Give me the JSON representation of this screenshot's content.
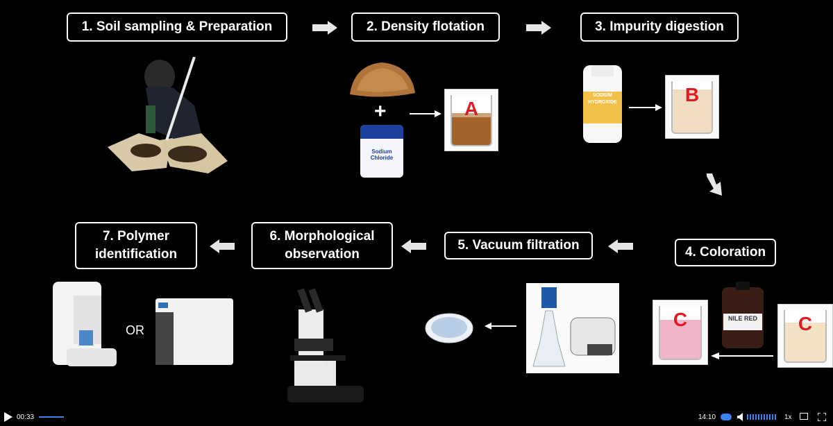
{
  "steps": {
    "s1": "1. Soil sampling & Preparation",
    "s2": "2. Density flotation",
    "s3": "3. Impurity digestion",
    "s4": "4. Coloration",
    "s5": "5. Vacuum filtration",
    "s6_line1": "6. Morphological",
    "s6_line2": "observation",
    "s7_line1": "7. Polymer",
    "s7_line2": "identification"
  },
  "labels": {
    "plus": "+",
    "beaker_a": "A",
    "beaker_b": "B",
    "beaker_c": "C",
    "or": "OR",
    "sodium_chloride": "Sodium Chloride",
    "sodium_hydroxide_1": "SODIUM",
    "sodium_hydroxide_2": "HYDROXIDE",
    "nile_red": "NILE RED"
  },
  "player": {
    "elapsed": "00:33",
    "duration": "14:10",
    "speed": "1x"
  },
  "colors": {
    "background": "#000000",
    "beaker_label": "#e01b24",
    "progress": "#3b82f6"
  }
}
